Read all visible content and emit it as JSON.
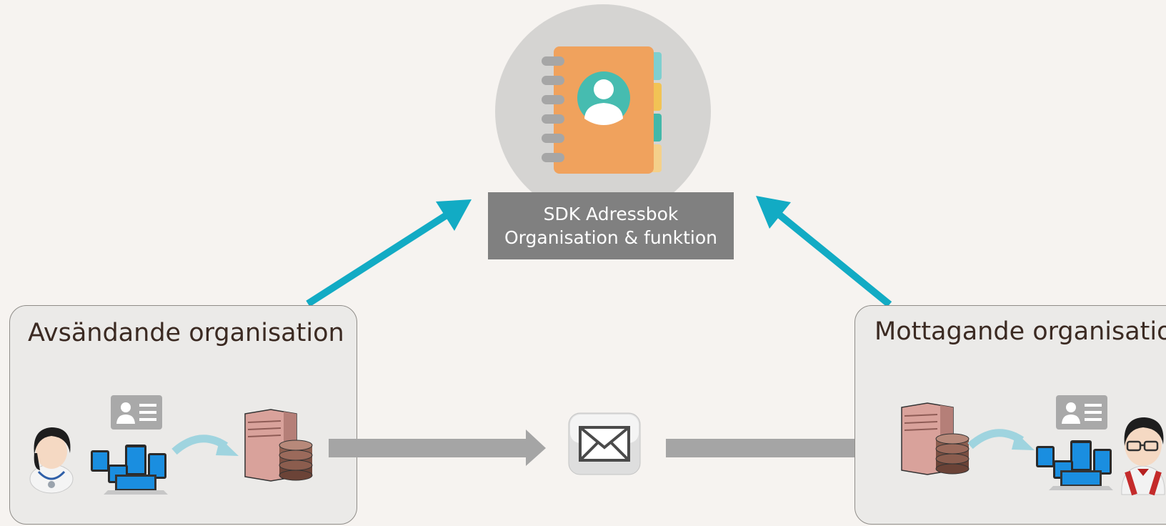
{
  "address_book": {
    "label_line1": "SDK Adressbok",
    "label_line2": "Organisation & funktion",
    "icon": "address-book-icon"
  },
  "sender": {
    "title": "Avsändande organisation",
    "icons": [
      "doctor-icon",
      "contact-card-icon",
      "devices-icon",
      "curved-arrow-icon",
      "database-server-icon"
    ]
  },
  "receiver": {
    "title": "Mottagande organisation",
    "icons": [
      "database-server-icon",
      "curved-arrow-icon",
      "contact-card-icon",
      "devices-icon",
      "person-icon"
    ]
  },
  "message": {
    "icon": "envelope-icon"
  },
  "colors": {
    "background": "#f6f3f0",
    "arrow_teal": "#12abc4",
    "arrow_gray": "#a5a5a5",
    "book_orange": "#f0a25d",
    "label_gray": "#808080",
    "org_box": "#ebeae8",
    "title_text": "#3b2a22"
  }
}
